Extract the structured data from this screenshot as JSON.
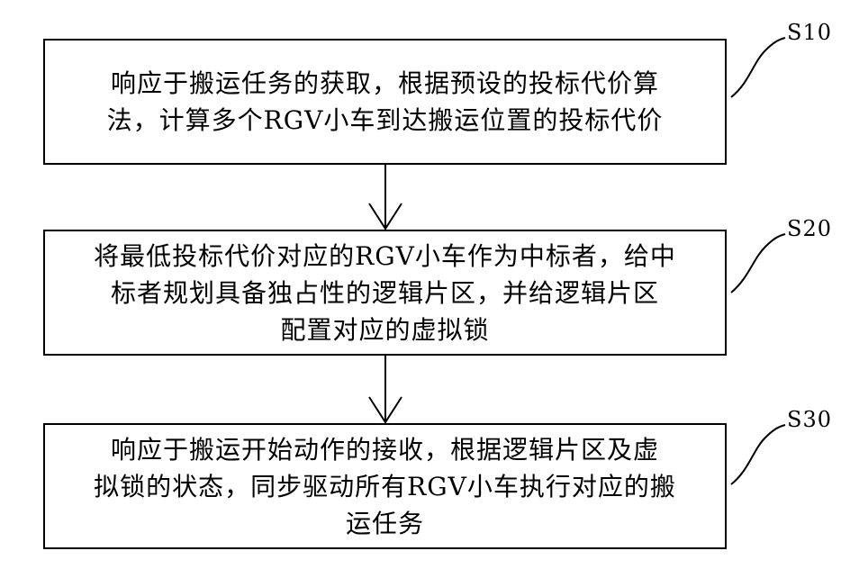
{
  "steps": [
    {
      "id": "S10",
      "lines": [
        "响应于搬运任务的获取，根据预设的投标代价算",
        "法，计算多个RGV小车到达搬运位置的投标代价"
      ]
    },
    {
      "id": "S20",
      "lines": [
        "将最低投标代价对应的RGV小车作为中标者，给中",
        "标者规划具备独占性的逻辑片区，并给逻辑片区",
        "配置对应的虚拟锁"
      ]
    },
    {
      "id": "S30",
      "lines": [
        "响应于搬运开始动作的接收，根据逻辑片区及虚",
        "拟锁的状态，同步驱动所有RGV小车执行对应的搬",
        "运任务"
      ]
    }
  ]
}
